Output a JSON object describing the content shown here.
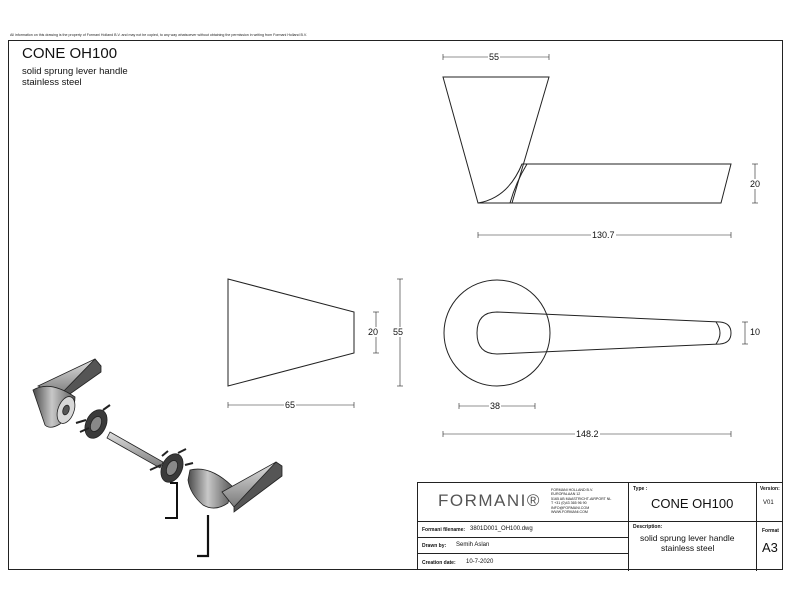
{
  "disclaimer": "All information on this drawing is the property of Formani Holland B.V. and may not be copied, to any way whatsoever without obtaining the permission in writing from Formani Holland B.V.",
  "header": {
    "title": "CONE OH100",
    "subtitle_line1": "solid sprung lever handle",
    "subtitle_line2": "stainless steel"
  },
  "dimensions": {
    "top_width": "55",
    "top_height": "20",
    "top_length": "130.7",
    "side_length": "65",
    "side_small": "20",
    "side_large": "55",
    "front_small": "10",
    "front_rose": "38",
    "front_length": "148.2"
  },
  "title_block": {
    "logo": "FORMANI®",
    "address": [
      "FORMANI HOLLAND B.V.",
      "EUROPALAAN 12",
      "5165 AB MAASTRICHT-AIRPORT NL",
      "T +31 (0)43 365 96 90",
      "INFO@FORMANI.COM",
      "WWW.FORMANI.COM"
    ],
    "type_label": "Type :",
    "type_value": "CONE OH100",
    "version_label": "Version:",
    "version_value": "V01",
    "filename_label": "Formani filename:",
    "filename_value": "3801D001_OH100.dwg",
    "description_label": "Description:",
    "description_line1": "solid sprung lever handle",
    "description_line2": "stainless steel",
    "format_label": "Format",
    "format_value": "A3",
    "drawn_label": "Drawn by:",
    "drawn_value": "Semih Aslan",
    "creation_label": "Creation date:",
    "creation_value": "10-7-2020"
  },
  "colors": {
    "line": "#222222",
    "part_dark": "#3a3a3a",
    "part_mid": "#8a8a8a",
    "part_light": "#d4d4d4"
  }
}
